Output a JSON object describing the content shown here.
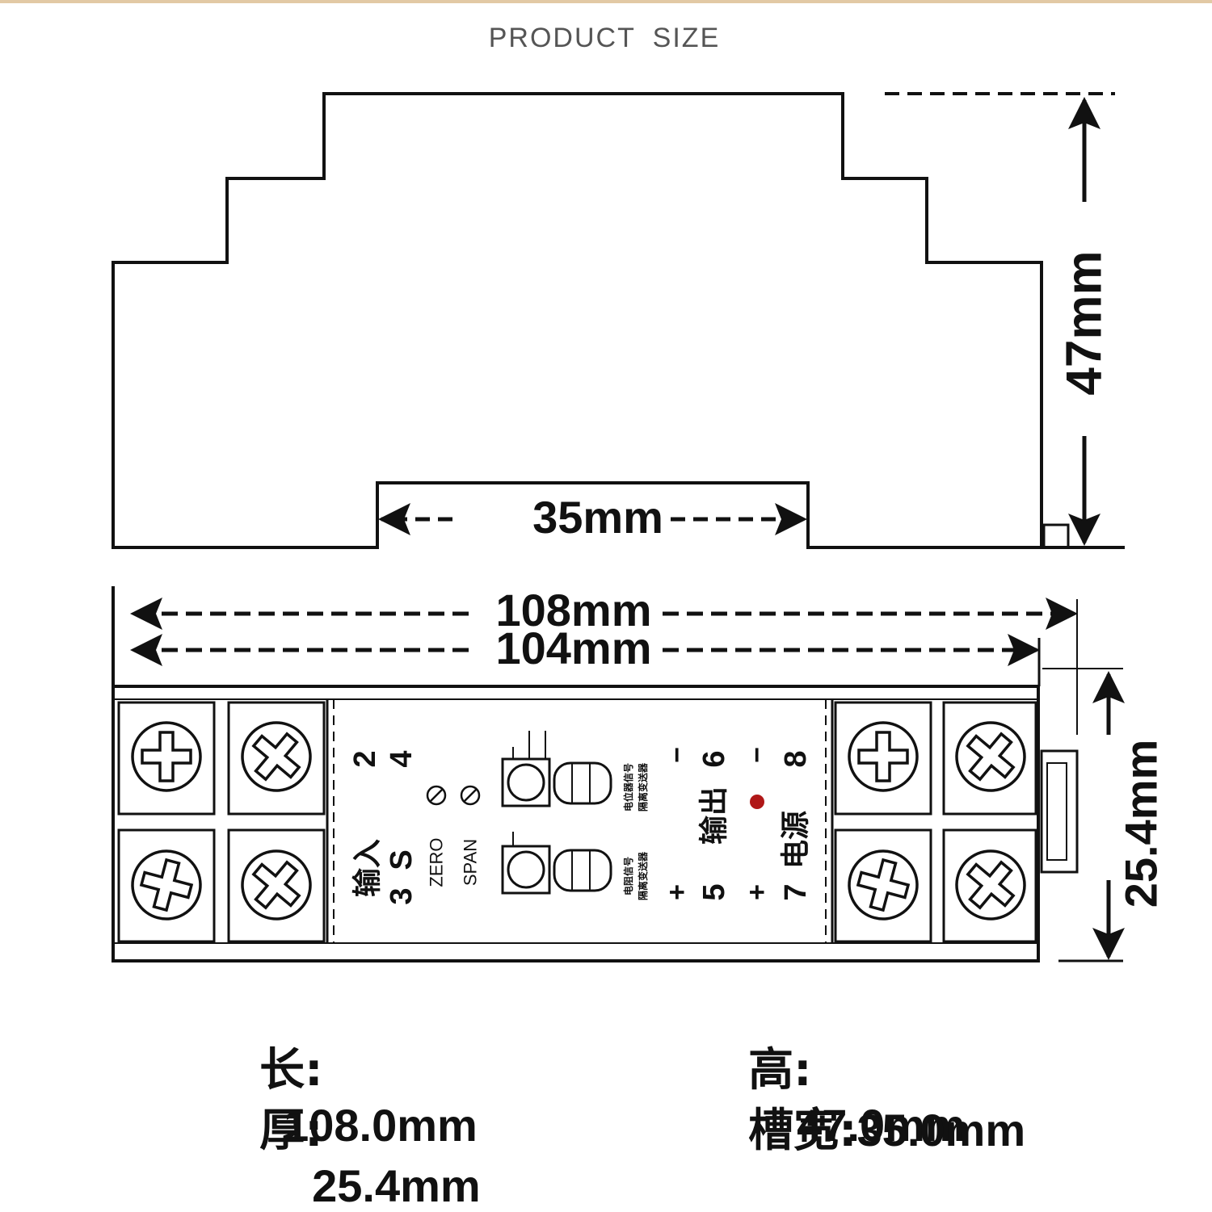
{
  "title": "PRODUCT  SIZE",
  "colors": {
    "accent_line": "#e2c9a5",
    "ink": "#111111",
    "led": "#b01818"
  },
  "dimensions": {
    "height": "47mm",
    "rail_slot": "35mm",
    "length_total": "108mm",
    "length_body": "104mm",
    "thickness": "25.4mm"
  },
  "module_labels": {
    "input": "输入",
    "output": "输出",
    "power": "电源",
    "zero": "ZERO",
    "span": "SPAN",
    "pins": {
      "p2": "2",
      "p4": "4",
      "p3": "3",
      "pS": "S",
      "p6": "6",
      "p5": "5",
      "p8": "8",
      "p7": "7"
    },
    "plus": "+",
    "minus": "−",
    "small_text": [
      "电阻信号",
      "隔离变送器",
      "电位器信号",
      "隔离变送器"
    ]
  },
  "specs": {
    "length_label": "长:",
    "length_value": "108.0mm",
    "height_label": "高:",
    "height_value": "47.0mm",
    "thickness_label": "厚:",
    "thickness_value": "25.4mm",
    "slot_label": "槽宽:",
    "slot_value": "35.0mm"
  }
}
